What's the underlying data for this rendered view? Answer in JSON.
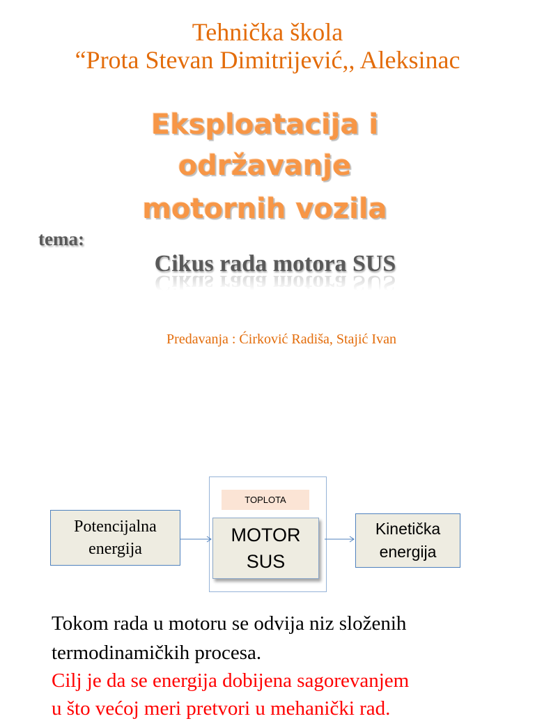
{
  "header": {
    "school_line1": "Tehnička škola",
    "school_line2": "“Prota Stevan Dimitrijević,, Aleksinac"
  },
  "title": {
    "line1": "Eksploatacija i",
    "line2": "održavanje",
    "line3": "motornih vozila"
  },
  "topic": {
    "label": "tema:",
    "text": "Cikus rada motora SUS"
  },
  "lecturers": "Predavanja : Ćirković Radiša, Stajić Ivan",
  "diagram": {
    "heat_label": "TOPLOTA",
    "input_line1": "Potencijalna",
    "input_line2": "energija",
    "engine_line1": "MOTOR",
    "engine_line2": "SUS",
    "output_line1": "Kinetička",
    "output_line2": "energija"
  },
  "body": {
    "line1": "Tokom rada u motoru se odvija niz složenih",
    "line2": "termodinamičkih procesa.",
    "line3": "Cilj je da se energija dobijena sagorevanjem",
    "line4": "u što većoj meri pretvori u mehanički rad."
  },
  "colors": {
    "accent_orange": "#e36c0a",
    "title_orange": "#f79646",
    "box_fill": "#eeece1",
    "box_border": "#4f81bd",
    "highlight_red": "#ff0000"
  }
}
